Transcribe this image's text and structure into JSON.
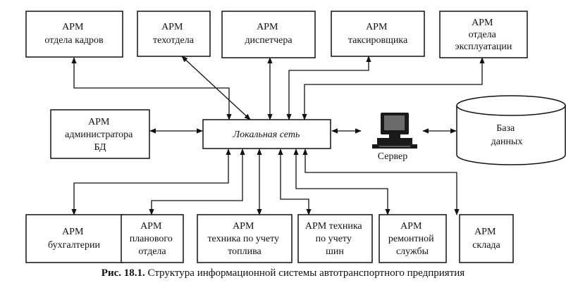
{
  "nodes": {
    "arm_personnel": [
      "АРМ",
      "отдела кадров"
    ],
    "arm_technical": [
      "АРМ",
      "техотдела"
    ],
    "arm_dispatcher": [
      "АРМ",
      "диспетчера"
    ],
    "arm_taxi": [
      "АРМ",
      "таксировщика"
    ],
    "arm_operations": [
      "АРМ",
      "отдела",
      "эксплуатации"
    ],
    "arm_dbadmin": [
      "АРМ",
      "администратора",
      "БД"
    ],
    "local_network": [
      "Локальная сеть"
    ],
    "server": [
      "Сервер"
    ],
    "database": [
      "База",
      "данных"
    ],
    "arm_accounting": [
      "АРМ",
      "бухгалтерии"
    ],
    "arm_planning": [
      "АРМ",
      "планового",
      "отдела"
    ],
    "arm_fuel": [
      "АРМ",
      "техника по учету",
      "топлива"
    ],
    "arm_tires": [
      "АРМ техника",
      "по учету",
      "шин"
    ],
    "arm_repair": [
      "АРМ",
      "ремонтной",
      "службы"
    ],
    "arm_warehouse": [
      "АРМ",
      "склада"
    ]
  },
  "caption": {
    "label": "Рис. 18.1.",
    "text": "Структура информационной системы автотранспортного предприятия"
  }
}
